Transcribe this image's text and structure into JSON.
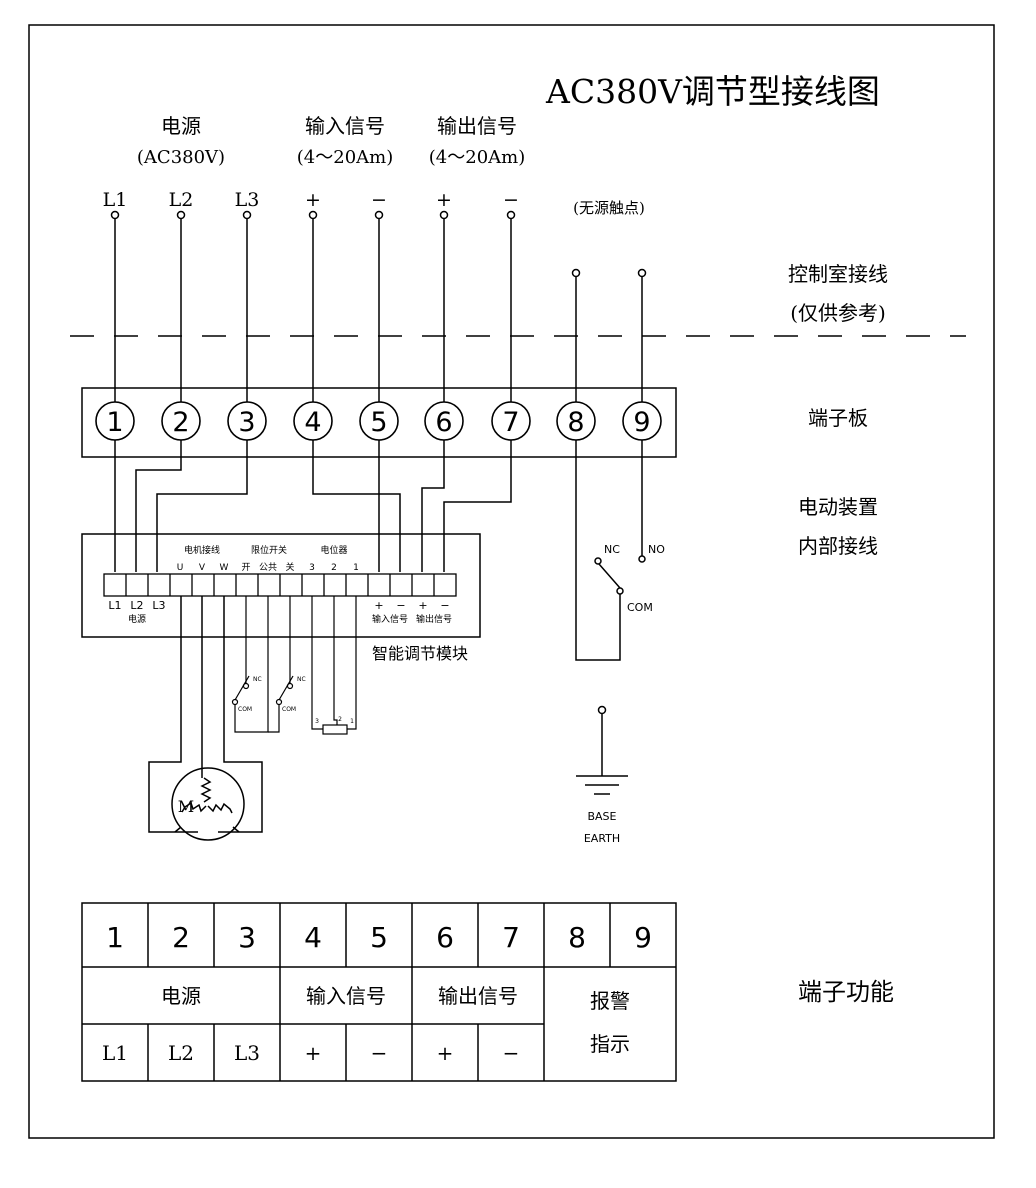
{
  "title": "AC380V调节型接线图",
  "header_groups": {
    "power": {
      "label": "电源",
      "sub": "(AC380V)"
    },
    "input": {
      "label": "输入信号",
      "sub": "(4～20Am)"
    },
    "output": {
      "label": "输出信号",
      "sub": "(4～20Am)"
    }
  },
  "top_terminals": [
    "L1",
    "L2",
    "L3",
    "+",
    "−",
    "+",
    "−"
  ],
  "passive_contact_note": "(无源触点)",
  "control_room": {
    "line1": "控制室接线",
    "line2": "(仅供参考)"
  },
  "terminal_board": {
    "label": "端子板",
    "numbers": [
      "1",
      "2",
      "3",
      "4",
      "5",
      "6",
      "7",
      "8",
      "9"
    ]
  },
  "internal_wiring": {
    "line1": "电动装置",
    "line2": "内部接线"
  },
  "module": {
    "name": "智能调节模块",
    "group_motor": "电机接线",
    "group_limit": "限位开关",
    "group_pot": "电位器",
    "pin_labels_top": [
      "U",
      "V",
      "W",
      "开",
      "公共",
      "关",
      "3",
      "2",
      "1"
    ],
    "pin_labels_bottom": [
      "L1",
      "L2",
      "L3",
      "+",
      "−",
      "+",
      "−"
    ],
    "power_caption": "电源",
    "input_caption": "输入信号",
    "output_caption": "输出信号"
  },
  "relay": {
    "nc": "NC",
    "no": "NO",
    "com": "COM"
  },
  "limit_switch": {
    "nc": "NC",
    "com": "COM"
  },
  "potentiometer_pins": [
    "3",
    "2",
    "1"
  ],
  "motor_label": "M",
  "earth": {
    "line1": "BASE",
    "line2": "EARTH"
  },
  "function_table": {
    "label": "端子功能",
    "numbers": [
      "1",
      "2",
      "3",
      "4",
      "5",
      "6",
      "7",
      "8",
      "9"
    ],
    "groups": [
      "电源",
      "输入信号",
      "输出信号"
    ],
    "signs": [
      "L1",
      "L2",
      "L3",
      "+",
      "−",
      "+",
      "−"
    ],
    "alarm_line1": "报警",
    "alarm_line2": "指示"
  }
}
